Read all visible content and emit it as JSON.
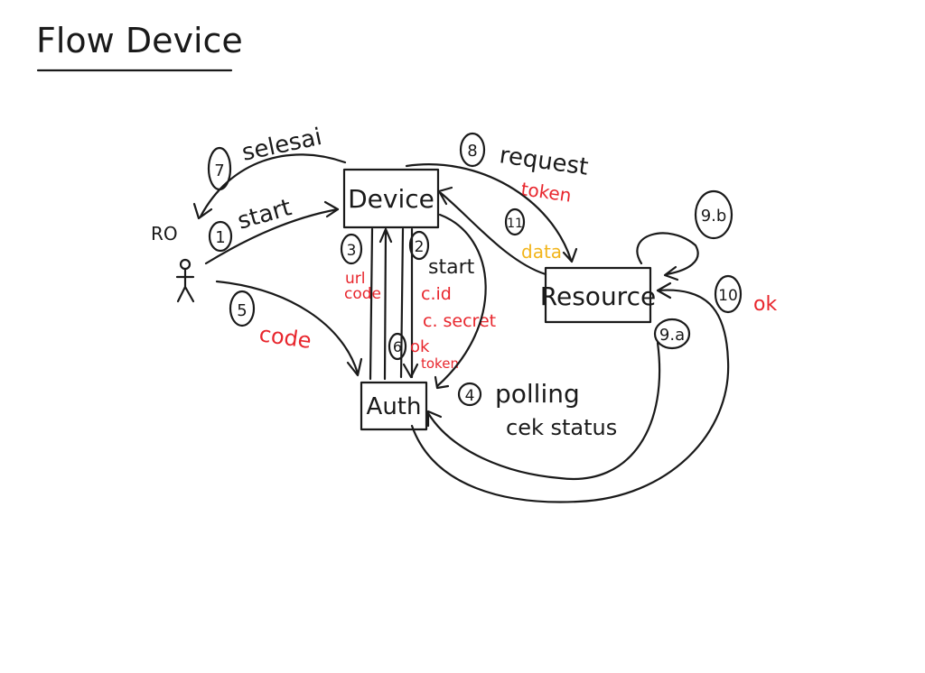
{
  "title": "Flow Device",
  "nodes": {
    "device": "Device",
    "auth": "Auth",
    "resource": "Resource",
    "actor": "RO"
  },
  "steps": {
    "s1": "1",
    "s1_label": "start",
    "s2": "2",
    "s2_label": "start",
    "s2_param1": "c.id",
    "s2_param2": "c. secret",
    "s3": "3",
    "s3_param1": "url",
    "s3_param2": "code",
    "s4": "4",
    "s4_label1": "polling",
    "s4_label2": "cek status",
    "s5": "5",
    "s5_label": "code",
    "s6": "6",
    "s6_label1": "ok",
    "s6_label2": "token",
    "s7": "7",
    "s7_label": "selesai",
    "s8": "8",
    "s8_label": "request",
    "s8_param": "token",
    "s9a": "9.a",
    "s9b": "9.b",
    "s10": "10",
    "s10_label": "ok",
    "s11": "11",
    "s11_label": "data"
  },
  "colors": {
    "ink": "#1a1a1a",
    "red": "#e8262d",
    "yellow": "#f2b51b"
  }
}
